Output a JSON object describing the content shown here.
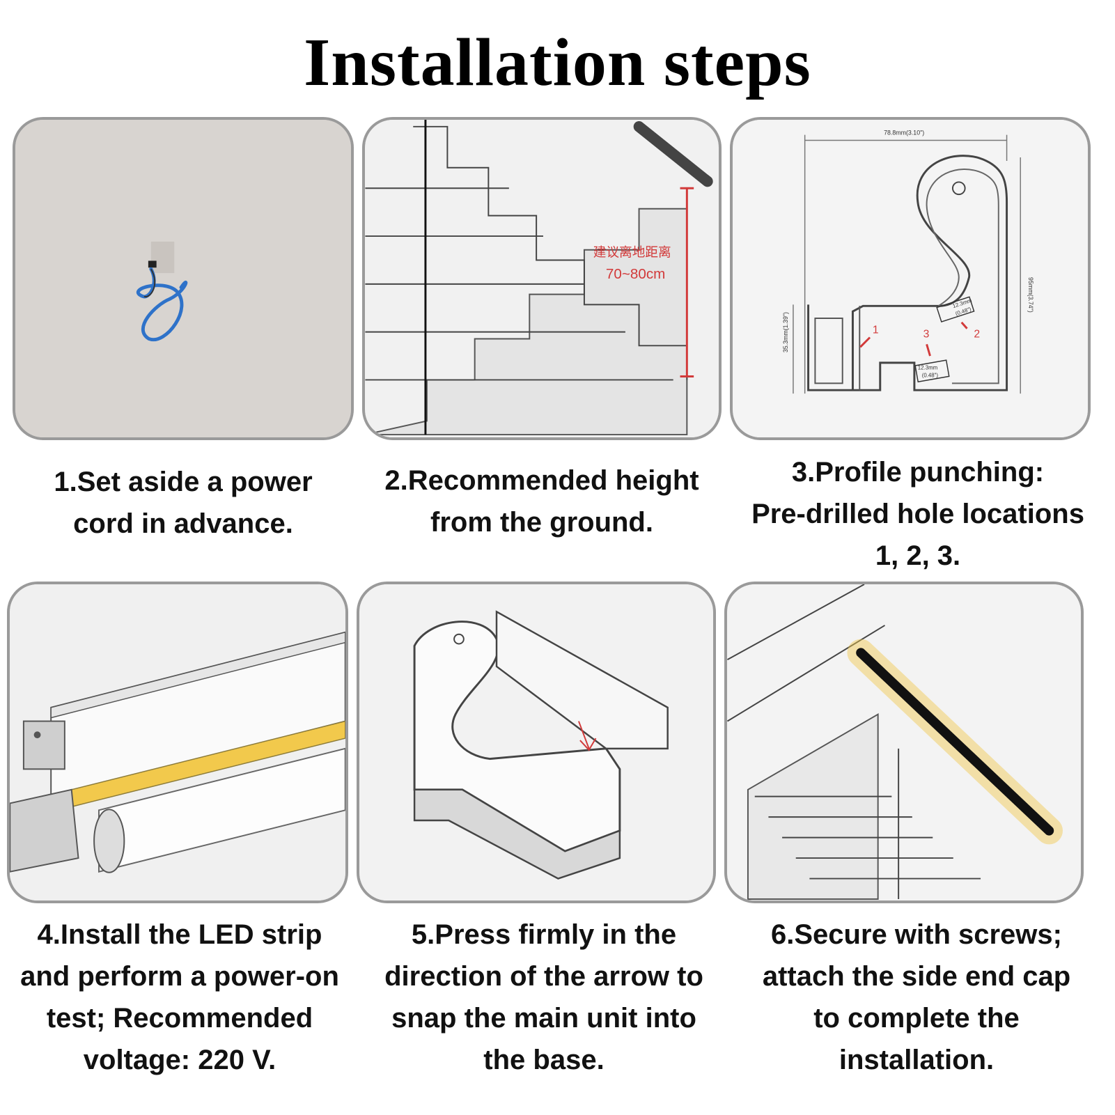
{
  "title": "Installation steps",
  "steps": [
    {
      "lines": [
        "1.Set aside a power",
        "cord in advance."
      ]
    },
    {
      "lines": [
        "2.Recommended height",
        "from the ground."
      ]
    },
    {
      "lines": [
        "3.Profile punching:",
        "Pre-drilled hole locations",
        "1, 2, 3."
      ]
    },
    {
      "lines": [
        "4.Install the LED strip",
        "and perform a power-on",
        "test; Recommended",
        "voltage: 220 V."
      ]
    },
    {
      "lines": [
        "5.Press firmly in the",
        "direction of the arrow to",
        "snap the main unit into",
        "the base."
      ]
    },
    {
      "lines": [
        "6.Secure with screws;",
        "attach the side end cap",
        "to complete the",
        "installation."
      ]
    }
  ],
  "diagram_labels": {
    "height_label_cn": "建议离地距离",
    "height_value": "70~80cm",
    "width_dim": "78.8mm(3.10\")",
    "height_dim": "95mm(3.74\")",
    "base_dim": "35.3mm(1.39\")",
    "slot_dim_a": "12.3mm",
    "slot_dim_a_in": "(0.48\")",
    "slot_dim_b": "12.3mm",
    "slot_dim_b_in": "(0.48\")",
    "hole_1": "1",
    "hole_2": "2",
    "hole_3": "3"
  },
  "colors": {
    "panel_border": "#9a9a9a",
    "wall": "#d9d5d1",
    "wire_blue": "#2e72c9",
    "dimension_red": "#d23a3a",
    "led_warm": "#f2c94c"
  },
  "icons": [
    "power-cord-photo",
    "staircase-height",
    "profile-cross-section",
    "led-strip-install",
    "snap-arrow",
    "stair-light-installed"
  ]
}
